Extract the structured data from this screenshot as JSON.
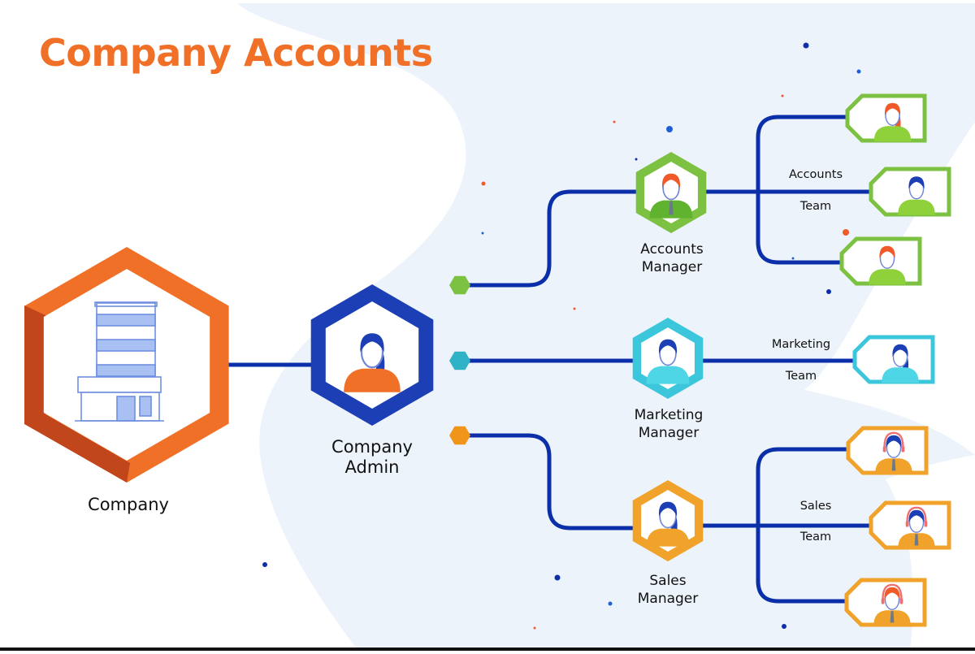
{
  "title": "Company Accounts",
  "colors": {
    "title": "#f07028",
    "connector": "#0b2fa8",
    "company": "#f07028",
    "company_shadow": "#c2461c",
    "admin": "#1c3fb5",
    "accounts": "#7cc142",
    "marketing": "#3cc6dc",
    "sales": "#f0a22a",
    "background_blob": "#edf3fb"
  },
  "company": {
    "label": "Company",
    "icon": "building-icon"
  },
  "admin": {
    "label_line1": "Company",
    "label_line2": "Admin",
    "icon": "woman-avatar-icon"
  },
  "departments": [
    {
      "key": "accounts",
      "manager_line1": "Accounts",
      "manager_line2": "Manager",
      "team_line1": "Accounts",
      "team_line2": "Team",
      "members": [
        {
          "icon": "woman-avatar-icon",
          "hair": "red"
        },
        {
          "icon": "man-avatar-icon",
          "hair": "blue"
        },
        {
          "icon": "man-avatar-icon",
          "hair": "red"
        }
      ]
    },
    {
      "key": "marketing",
      "manager_line1": "Marketing",
      "manager_line2": "Manager",
      "team_line1": "Marketing",
      "team_line2": "Team",
      "members": [
        {
          "icon": "woman-avatar-icon",
          "hair": "blue"
        }
      ]
    },
    {
      "key": "sales",
      "manager_line1": "Sales",
      "manager_line2": "Manager",
      "team_line1": "Sales",
      "team_line2": "Team",
      "members": [
        {
          "icon": "headset-agent-icon",
          "hair": "blue"
        },
        {
          "icon": "headset-agent-icon",
          "hair": "blue"
        },
        {
          "icon": "headset-agent-icon",
          "hair": "red"
        }
      ]
    }
  ]
}
